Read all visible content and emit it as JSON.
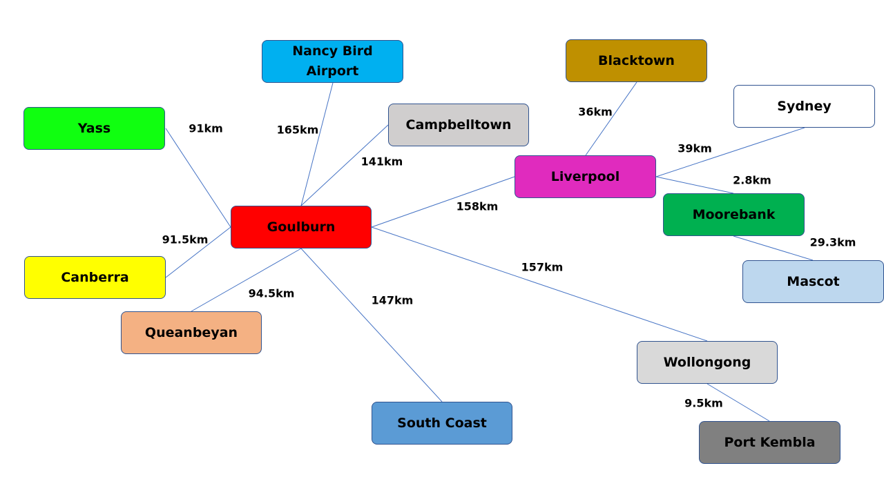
{
  "nodes": {
    "nancy_bird": {
      "label": "Nancy Bird Airport",
      "color": "#00b0f0"
    },
    "blacktown": {
      "label": "Blacktown",
      "color": "#bf9000"
    },
    "sydney": {
      "label": "Sydney",
      "color": "#ffffff"
    },
    "yass": {
      "label": "Yass",
      "color": "#10ff10"
    },
    "campbelltown": {
      "label": "Campbelltown",
      "color": "#d0cece"
    },
    "liverpool": {
      "label": "Liverpool",
      "color": "#e02bbe"
    },
    "goulburn": {
      "label": "Goulburn",
      "color": "#ff0000"
    },
    "moorebank": {
      "label": "Moorebank",
      "color": "#00b050"
    },
    "canberra": {
      "label": "Canberra",
      "color": "#ffff00"
    },
    "mascot": {
      "label": "Mascot",
      "color": "#bdd7ee"
    },
    "queanbeyan": {
      "label": "Queanbeyan",
      "color": "#f4b183"
    },
    "wollongong": {
      "label": "Wollongong",
      "color": "#d9d9d9"
    },
    "south_coast": {
      "label": "South Coast",
      "color": "#5b9bd5"
    },
    "port_kembla": {
      "label": "Port Kembla",
      "color": "#808080"
    }
  },
  "distances": {
    "goulburn_yass": "91km",
    "goulburn_nancy_bird": "165km",
    "goulburn_campbelltown": "141km",
    "goulburn_liverpool": "158km",
    "goulburn_wollongong": "157km",
    "liverpool_blacktown": "36km",
    "liverpool_sydney": "39km",
    "liverpool_moorebank": "2.8km",
    "moorebank_mascot": "29.3km",
    "goulburn_canberra": "91.5km",
    "goulburn_queanbeyan": "94.5km",
    "goulburn_south_coast": "147km",
    "wollongong_port_kembla": "9.5km"
  }
}
